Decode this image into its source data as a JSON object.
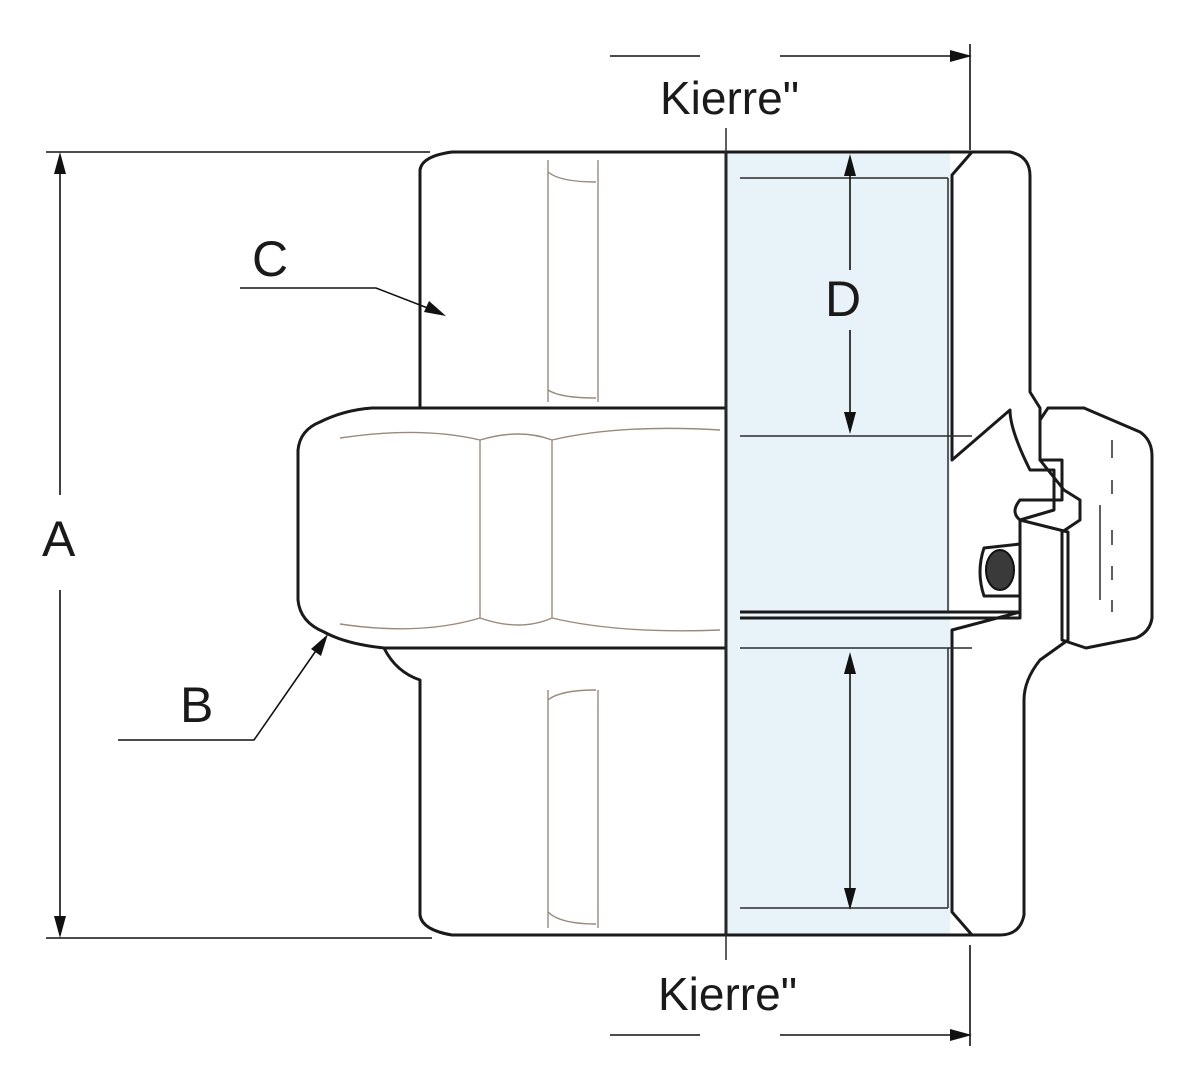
{
  "labels": {
    "thread_top": "Kierre\"",
    "thread_bottom": "Kierre\"",
    "a": "A",
    "b": "B",
    "c": "C",
    "d": "D"
  },
  "colors": {
    "body": "#ecd8c4",
    "nut": "#f5ebe2",
    "section": "#e8f2f9",
    "tail": "#e2c6a6",
    "outline": "#1a1a1a",
    "seal": "#3a3a3a"
  }
}
